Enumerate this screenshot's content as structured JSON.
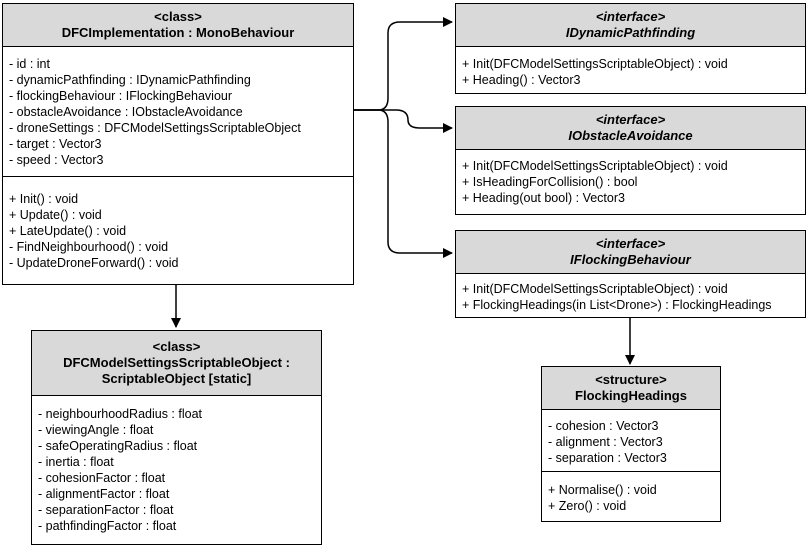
{
  "dfc": {
    "stereotype": "<class>",
    "name": "DFCImplementation : MonoBehaviour",
    "attributes": [
      "- id : int",
      "- dynamicPathfinding : IDynamicPathfinding",
      "- flockingBehaviour : IFlockingBehaviour",
      "- obstacleAvoidance : IObstacleAvoidance",
      "- droneSettings : DFCModelSettingsScriptableObject",
      "- target : Vector3",
      "- speed : Vector3"
    ],
    "methods": [
      "+ Init() : void",
      "+ Update() : void",
      "+ LateUpdate() : void",
      "- FindNeighbourhood() : void",
      "- UpdateDroneForward() : void"
    ]
  },
  "settings": {
    "stereotype": "<class>",
    "name_line1": "DFCModelSettingsScriptableObject :",
    "name_line2": "ScriptableObject [static]",
    "attributes": [
      "- neighbourhoodRadius : float",
      "- viewingAngle : float",
      "- safeOperatingRadius : float",
      "- inertia : float",
      "- cohesionFactor  : float",
      "- alignmentFactor : float",
      "- separationFactor : float",
      "- pathfindingFactor : float"
    ]
  },
  "pathfinding": {
    "stereotype": "<interface>",
    "name": "IDynamicPathfinding",
    "methods": [
      "+ Init(DFCModelSettingsScriptableObject) : void",
      "+ Heading() : Vector3"
    ]
  },
  "avoidance": {
    "stereotype": "<interface>",
    "name": "IObstacleAvoidance",
    "methods": [
      "+ Init(DFCModelSettingsScriptableObject) : void",
      "+ IsHeadingForCollision() : bool",
      "+ Heading(out bool) : Vector3"
    ]
  },
  "flocking": {
    "stereotype": "<interface>",
    "name": "IFlockingBehaviour",
    "methods": [
      "+ Init(DFCModelSettingsScriptableObject) : void",
      "+ FlockingHeadings(in List<Drone>) : FlockingHeadings"
    ]
  },
  "headings": {
    "stereotype": "<structure>",
    "name": "FlockingHeadings",
    "attributes": [
      "- cohesion : Vector3",
      "- alignment : Vector3",
      "- separation : Vector3"
    ],
    "methods": [
      "+ Normalise() : void",
      "+ Zero() : void"
    ]
  }
}
